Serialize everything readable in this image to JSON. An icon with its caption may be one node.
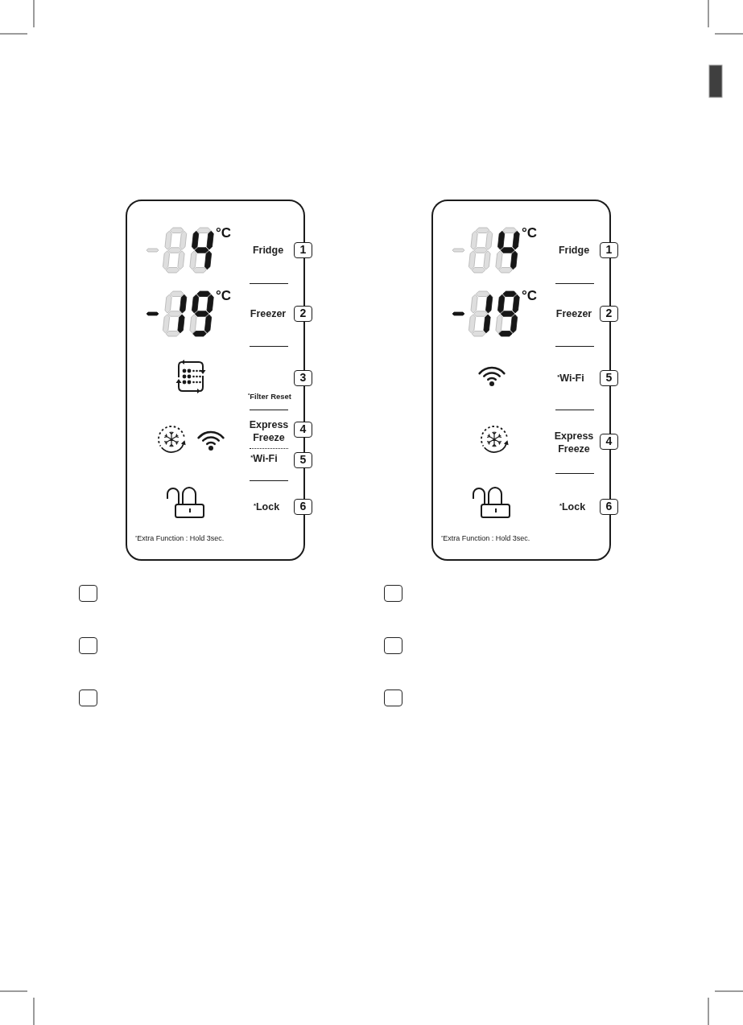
{
  "diagram": {
    "nodes": [
      {
        "text": [
          "$^{*}$Extra Function : Hold 3sec."
        ]
      },
      {
        "text": [
          "1"
        ]
      },
      {
        "text": [
          "2"
        ]
      },
      {
        "text": [
          "3"
        ]
      },
      {
        "text": [
          "4"
        ]
      },
      {
        "text": [
          "5"
        ]
      },
      {
        "text": [
          "6"
        ]
      },
      {
        "text": [
          "$^{*}$Extra Function : Hold 3sec."
        ]
      },
      {
        "text": [
          "1"
        ]
      },
      {
        "text": [
          "2"
        ]
      },
      {
        "text": [
          "5"
        ]
      },
      {
        "text": [
          "4"
        ]
      },
      {
        "text": [
          "6"
        ]
      },
      {
        "text": [],
        "shape": "box"
      },
      {
        "text": [],
        "shape": "box"
      },
      {
        "text": [],
        "shape": "box"
      },
      {
        "text": [],
        "shape": "box"
      },
      {
        "text": [],
        "shape": "box"
      },
      {
        "text": [],
        "shape": "box"
      }
    ],
    "labels": [
      "°C",
      "Fridge",
      "°C",
      "Freezer",
      "$^{*}$Filter Reset",
      "Express Freeze",
      "$^{*}$Wi-Fi",
      "$^{*}$Lock",
      "°C",
      "Fridge",
      "°C",
      "Freezer",
      "$^{*}$Wi-Fi",
      "Express Freeze",
      "$^{*}$Lock"
    ]
  }
}
